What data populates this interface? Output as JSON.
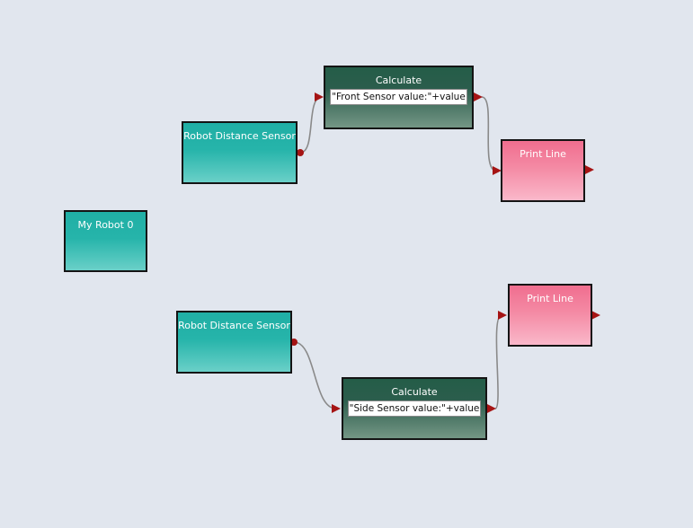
{
  "nodes": {
    "my_robot": {
      "title": "My Robot 0"
    },
    "sensor_top": {
      "title": "Robot Distance Sensor"
    },
    "sensor_bottom": {
      "title": "Robot Distance Sensor"
    },
    "calc_top": {
      "title": "Calculate",
      "expression": "\"Front Sensor value:\"+value"
    },
    "calc_bottom": {
      "title": "Calculate",
      "expression": "\"Side Sensor value:\"+value"
    },
    "print_top": {
      "title": "Print Line"
    },
    "print_bottom": {
      "title": "Print Line"
    }
  },
  "colors": {
    "background": "#e1e6ee",
    "sensor_node": "#20afa5",
    "print_node": "#f06e8f",
    "calculate_node": "#245d48",
    "port": "#a51414",
    "wire": "#8a8a8a"
  }
}
